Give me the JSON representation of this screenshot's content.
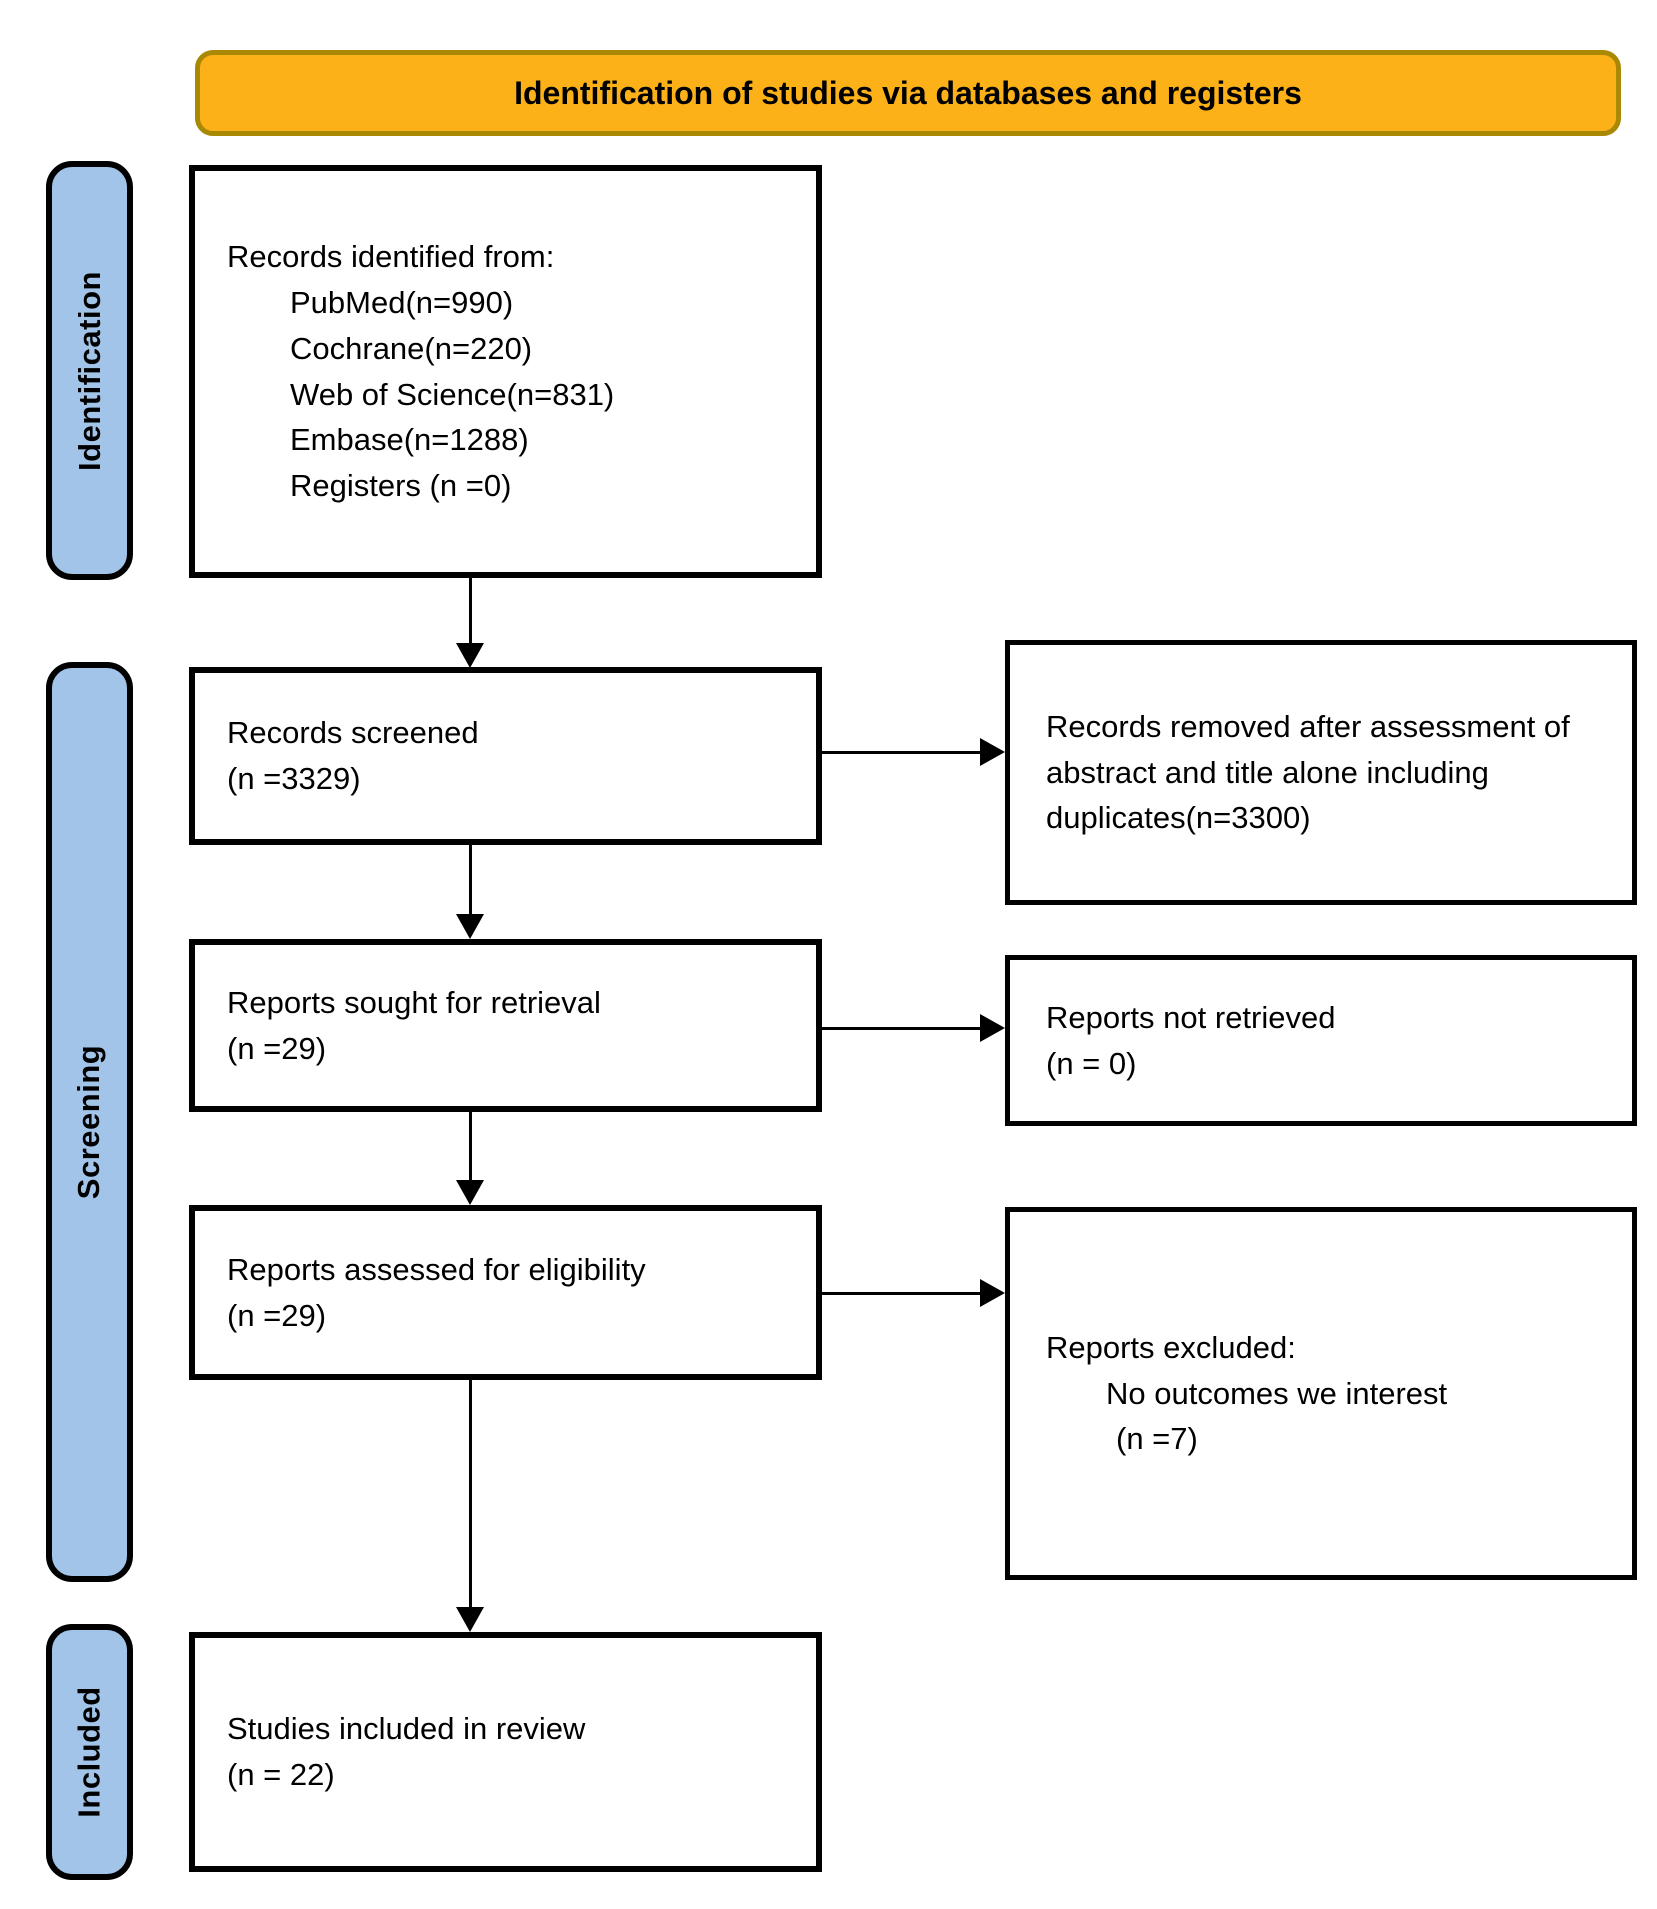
{
  "header": {
    "title": "Identification of studies via databases and registers"
  },
  "stages": {
    "identification": "Identification",
    "screening": "Screening",
    "included": "Included"
  },
  "boxes": {
    "records_identified": {
      "title": "Records identified from:",
      "sources": [
        "PubMed(n=990)",
        "Cochrane(n=220)",
        "Web of Science(n=831)",
        "Embase(n=1288)",
        "Registers (n =0)"
      ]
    },
    "records_screened": {
      "line1": "Records screened",
      "line2": "(n =3329)"
    },
    "records_removed": {
      "text": "Records removed after assessment of abstract and title alone including duplicates(n=3300)"
    },
    "reports_sought": {
      "line1": "Reports sought for retrieval",
      "line2": "(n =29)"
    },
    "reports_not_retrieved": {
      "line1": "Reports not retrieved",
      "line2": "(n = 0)"
    },
    "reports_assessed": {
      "line1": "Reports assessed for eligibility",
      "line2": "(n =29)"
    },
    "reports_excluded": {
      "title": "Reports excluded:",
      "reason": "No outcomes we interest",
      "count": "(n =7)"
    },
    "studies_included": {
      "line1": "Studies included in review",
      "line2": "(n = 22)"
    }
  },
  "colors": {
    "banner_fill": "#FBB117",
    "banner_border": "#A98904",
    "stage_fill": "#A2C4E8",
    "line_color": "#000000"
  }
}
